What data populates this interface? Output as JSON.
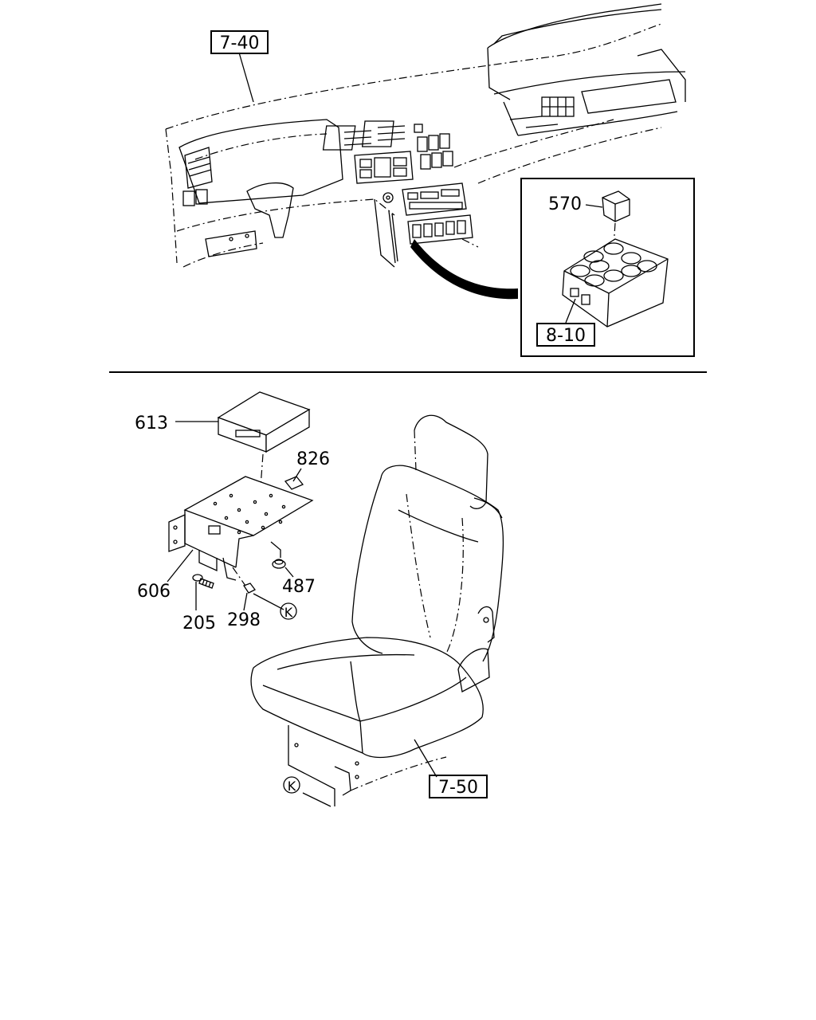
{
  "diagram": {
    "callouts": {
      "ref_7_40": "7-40",
      "ref_8_10": "8-10",
      "ref_7_50": "7-50",
      "part_570": "570",
      "part_613": "613",
      "part_826": "826",
      "part_606": "606",
      "part_487": "487",
      "part_205": "205",
      "part_298": "298",
      "marker_k_top": "K",
      "marker_k_bottom": "K"
    },
    "colors": {
      "line": "#000000",
      "background": "#ffffff"
    }
  }
}
